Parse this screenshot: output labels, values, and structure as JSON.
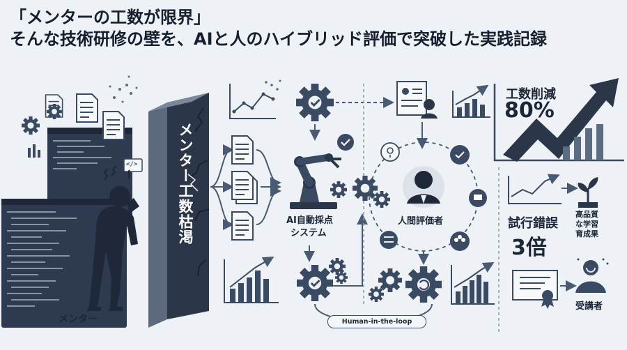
{
  "title": {
    "line1": "「メンターの工数が限界」",
    "line2": "そんな技術研修の壁を、AIと人のハイブリッド評価で突破した実践記録"
  },
  "labels": {
    "mentor": "メンター",
    "wall": "メンター工数枯渇",
    "ai_system_line1": "AI自動採点",
    "ai_system_line2": "システム",
    "human_evaluator": "人間評価者",
    "human_in_the_loop": "Human-in-the-loop",
    "reduction_title": "工数削減",
    "reduction_value": "80%",
    "trial_title": "試行錯誤",
    "trial_value": "3倍",
    "quality_line1": "高品質",
    "quality_line2": "な学習",
    "quality_line3": "育成果",
    "learner": "受講者",
    "code_tag": "</>"
  },
  "colors": {
    "navy": "#2f3e57",
    "slate": "#5b6b82",
    "light": "#c9d0db",
    "bg": "#eef1f5"
  }
}
